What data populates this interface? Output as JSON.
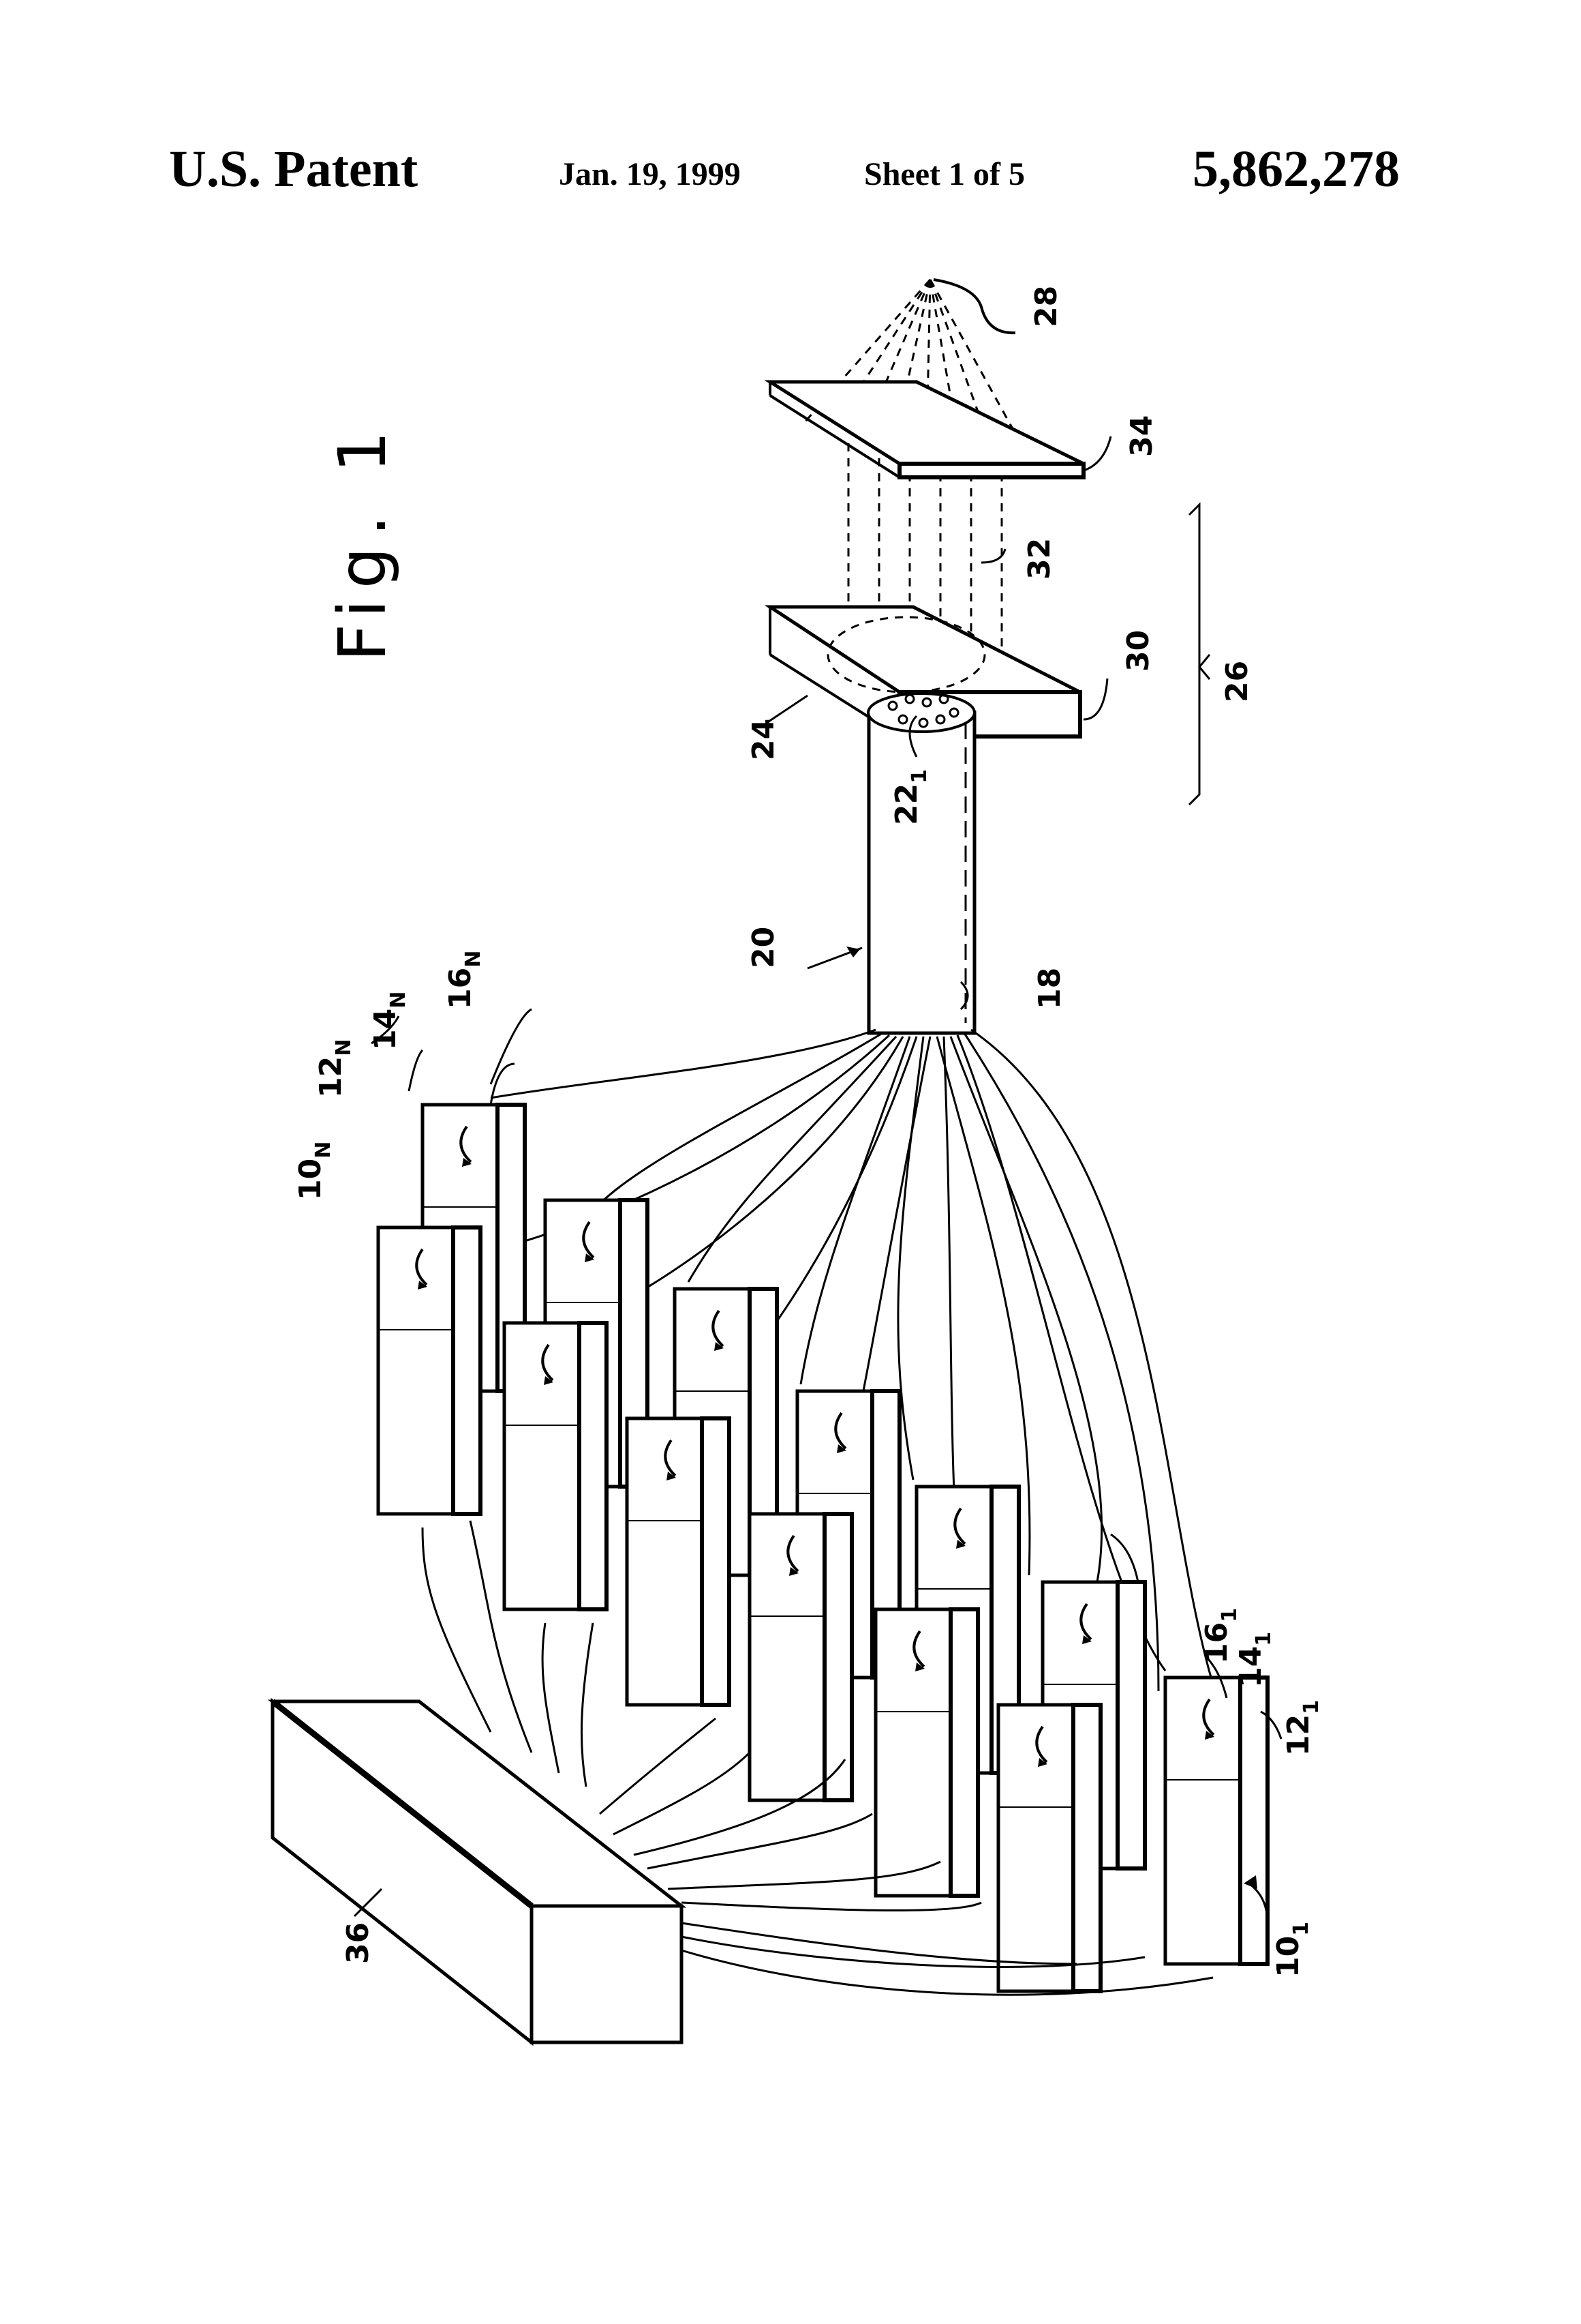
{
  "header": {
    "title": "U.S. Patent",
    "date": "Jan. 19, 1999",
    "sheet": "Sheet 1 of 5",
    "patent_number": "5,862,278"
  },
  "figure": {
    "label": "Fig. 1"
  },
  "labels": {
    "r28": "28",
    "r34": "34",
    "r32": "32",
    "r30": "30",
    "r26": "26",
    "r24": "24",
    "r22": "22",
    "r22_sub": "1",
    "r20": "20",
    "r18": "18",
    "r16n": "16",
    "r16n_sub": "N",
    "r14n": "14",
    "r14n_sub": "N",
    "r12n": "12",
    "r12n_sub": "N",
    "r10n": "10",
    "r10n_sub": "N",
    "r16_1": "16",
    "r16_1_sub": "1",
    "r14_1": "14",
    "r14_1_sub": "1",
    "r12_1": "12",
    "r12_1_sub": "1",
    "r10_1": "10",
    "r10_1_sub": "1",
    "r36": "36"
  }
}
